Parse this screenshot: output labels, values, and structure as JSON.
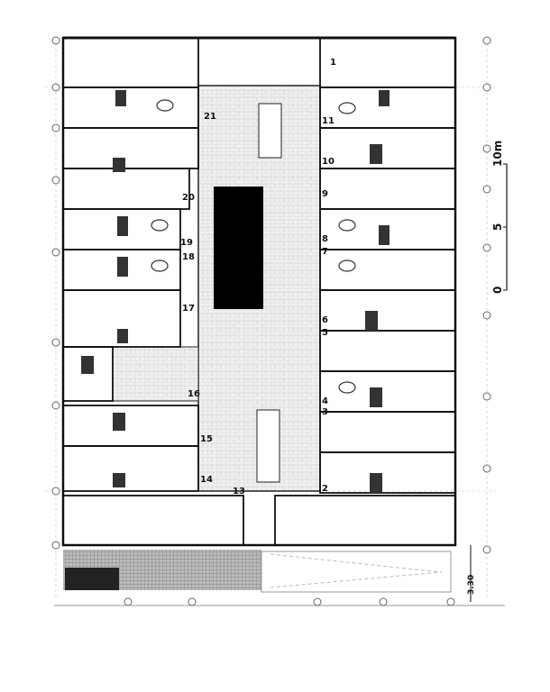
{
  "plan": {
    "type": "architectural floor plan",
    "unit_numbers_left": [
      "21",
      "20",
      "19",
      "18",
      "17",
      "16",
      "15",
      "14",
      "13"
    ],
    "unit_numbers_right": [
      "11",
      "10",
      "9",
      "8",
      "7",
      "6",
      "5",
      "4",
      "3",
      "2",
      "1"
    ],
    "scale_bar": {
      "zero": "0",
      "five": "5",
      "ten": "10m"
    },
    "dimension": "3.30"
  }
}
